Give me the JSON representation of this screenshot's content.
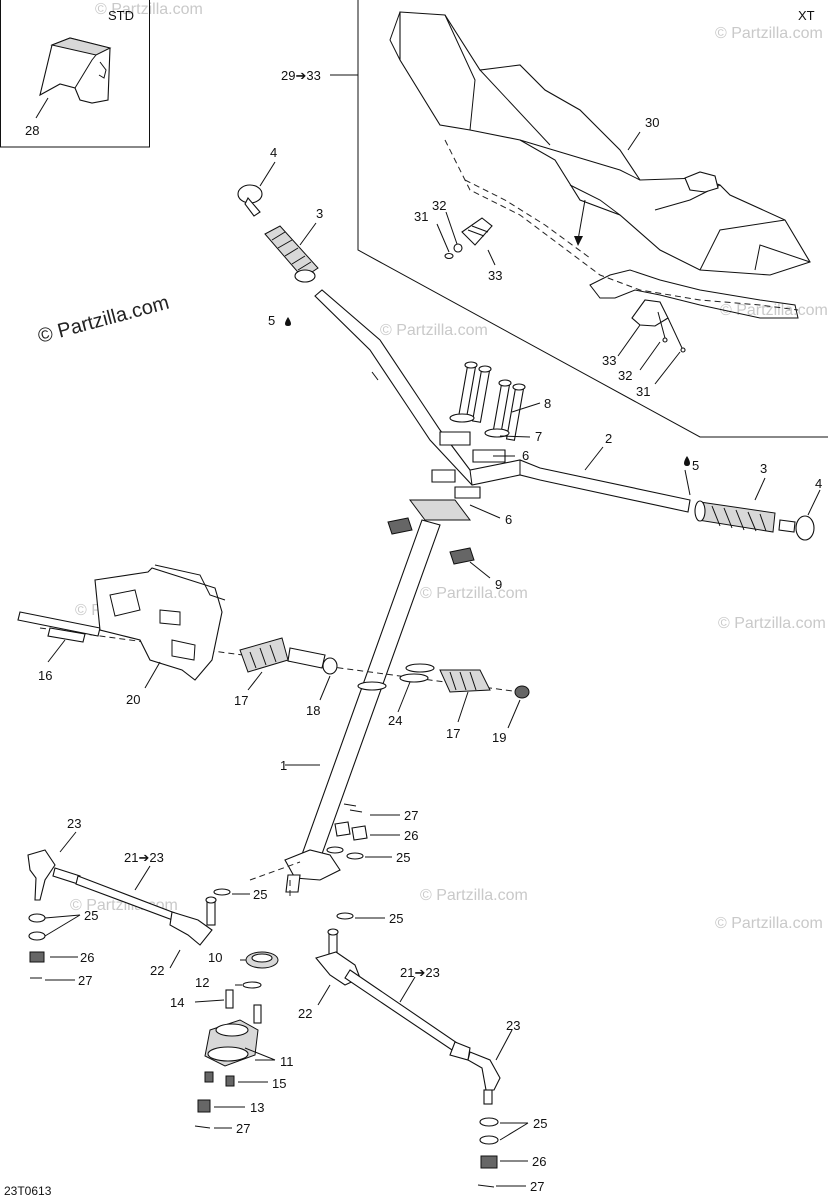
{
  "watermark": {
    "main": "© Partzilla.com",
    "faint": "© Partzilla.com"
  },
  "insets": {
    "std_title": "STD",
    "xt_title": "XT",
    "xt_callout": "29➔33"
  },
  "diagram_code": "23T0613",
  "callouts": {
    "c1": "1",
    "c2": "2",
    "c3a": "3",
    "c3b": "3",
    "c4a": "4",
    "c4b": "4",
    "c5a": "5",
    "c5b": "5",
    "c6a": "6",
    "c6b": "6",
    "c7": "7",
    "c8": "8",
    "c9": "9",
    "c10": "10",
    "c11": "11",
    "c12": "12",
    "c13": "13",
    "c14": "14",
    "c15": "15",
    "c16": "16",
    "c17a": "17",
    "c17b": "17",
    "c18": "18",
    "c19": "19",
    "c20": "20",
    "c21a": "21➔23",
    "c21b": "21➔23",
    "c22a": "22",
    "c22b": "22",
    "c23a": "23",
    "c23b": "23",
    "c24": "24",
    "c25a": "25",
    "c25b": "25",
    "c25c": "25",
    "c25d": "25",
    "c25e": "25",
    "c26a": "26",
    "c26b": "26",
    "c26c": "26",
    "c27a": "27",
    "c27b": "27",
    "c27c": "27",
    "c27d": "27",
    "c28": "28",
    "c30": "30",
    "c31a": "31",
    "c31b": "31",
    "c32a": "32",
    "c32b": "32",
    "c33a": "33",
    "c33b": "33"
  }
}
